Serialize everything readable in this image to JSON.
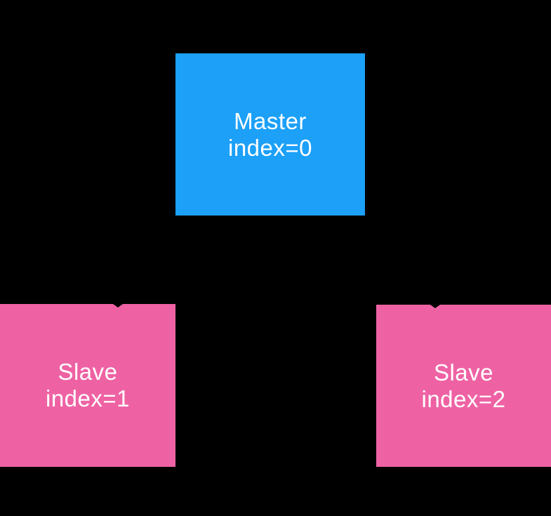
{
  "diagram": {
    "title": "master-slave-topology",
    "background": "#000000"
  },
  "colors": {
    "master_fill": "#1CA0F8",
    "slave_fill": "#EE62A4",
    "text": "#FFFFFF",
    "connector": "#000000"
  },
  "nodes": {
    "master": {
      "line1": "Master",
      "line2": "index=0"
    },
    "slave1": {
      "line1": "Slave",
      "line2": "index=1"
    },
    "slave2": {
      "line1": "Slave",
      "line2": "index=2"
    }
  }
}
